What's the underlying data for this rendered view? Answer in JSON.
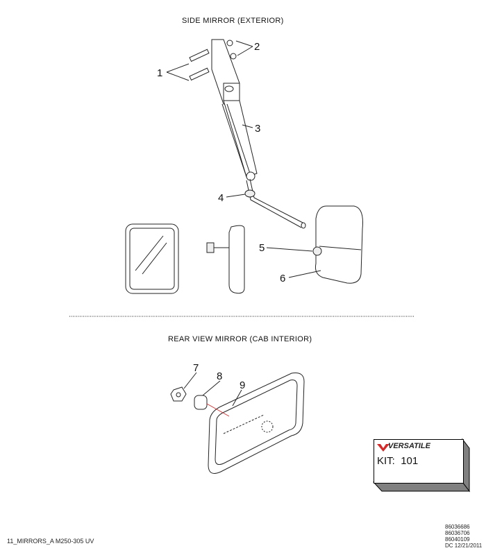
{
  "sections": {
    "side_title": "SIDE MIRROR (EXTERIOR)",
    "rear_title": "REAR VIEW MIRROR (CAB INTERIOR)"
  },
  "callouts": [
    "1",
    "2",
    "3",
    "4",
    "5",
    "6",
    "7",
    "8",
    "9"
  ],
  "kit": {
    "brand": "VERSATILE",
    "label": "KIT:",
    "number": "101",
    "brand_color": "#d42a2a"
  },
  "footer": {
    "drawing_id": "11_MIRRORS_A M250-305 UV",
    "part_numbers": [
      "86036686",
      "86036706",
      "86040109"
    ],
    "date_line": "DC 12/21/2011"
  }
}
